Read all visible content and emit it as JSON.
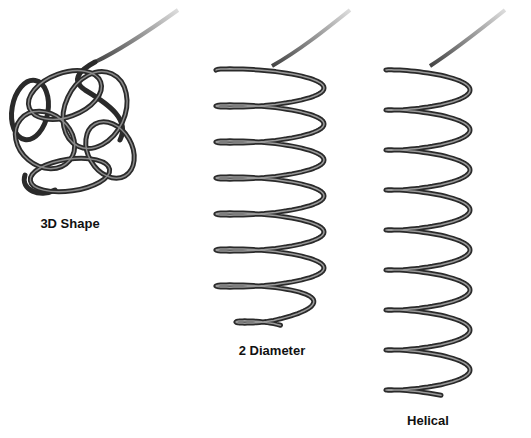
{
  "diagram": {
    "labels": [
      "3D Shape",
      "2 Diameter",
      "Helical"
    ]
  }
}
